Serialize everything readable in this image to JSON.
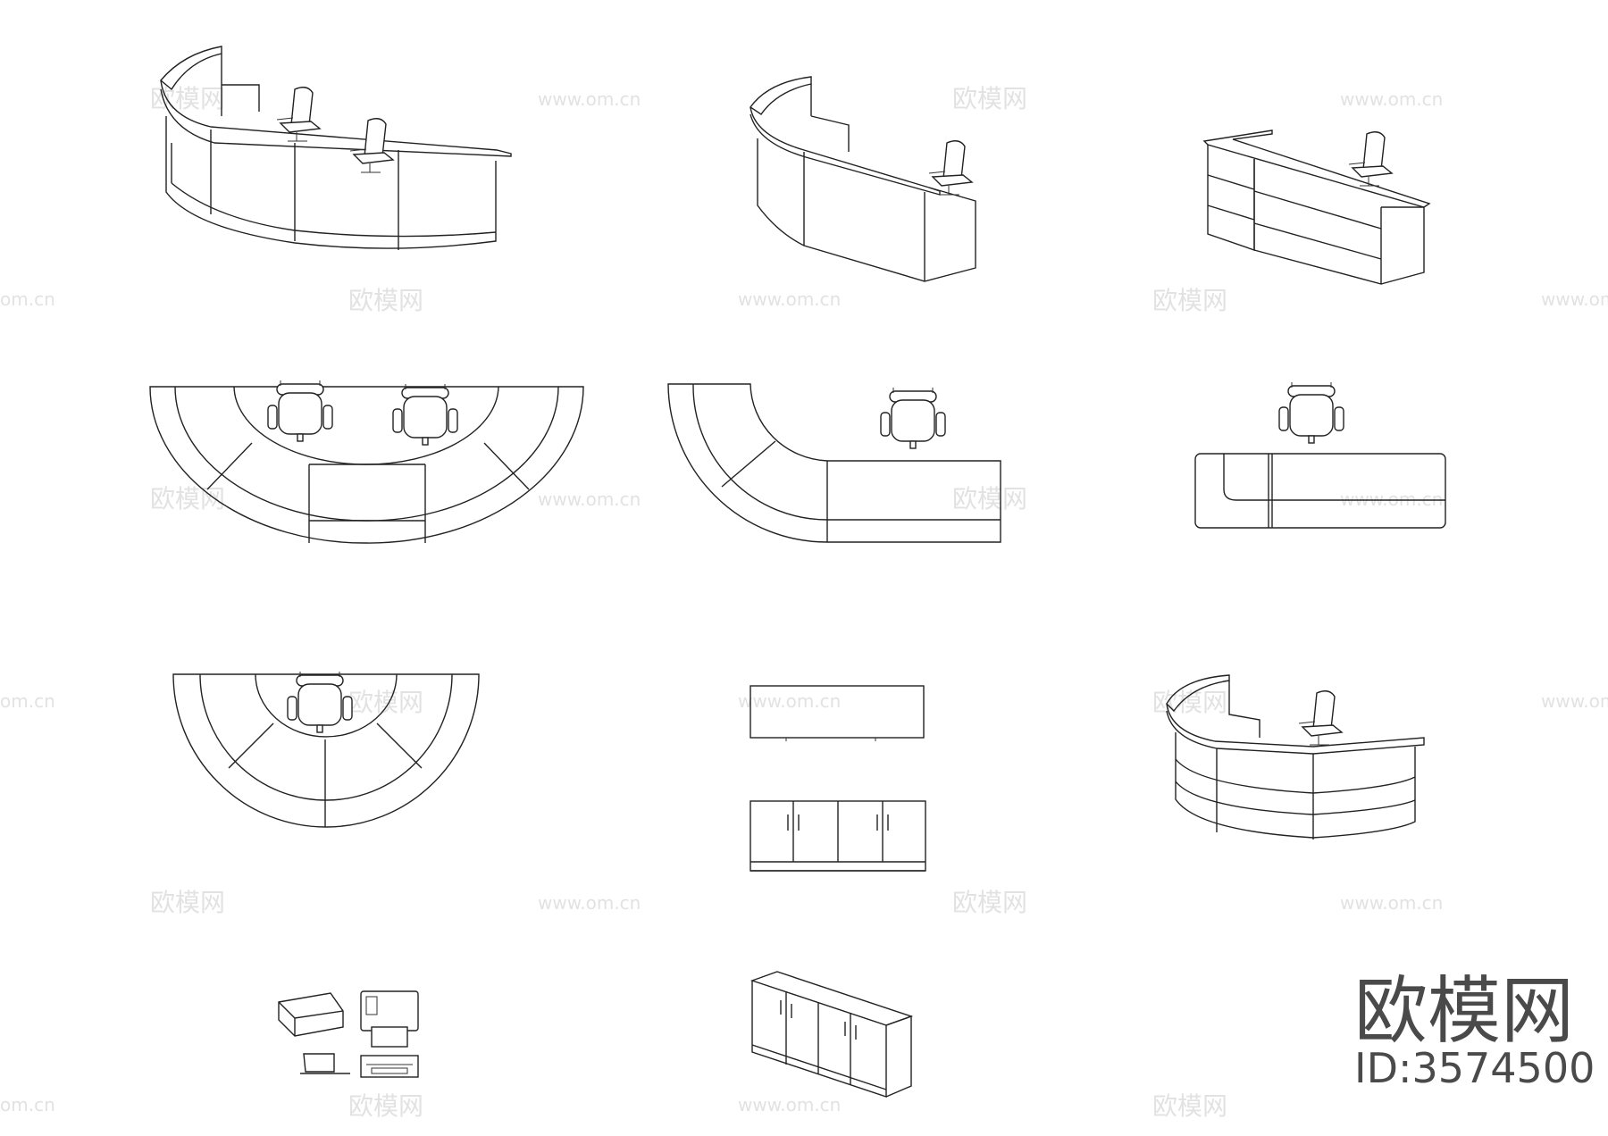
{
  "watermarks": {
    "cn": "欧模网",
    "url": "www.om.cn",
    "url_partial": "om.cn"
  },
  "brand": {
    "name": "欧模网",
    "id": "ID:3574500"
  },
  "colors": {
    "line": "#222222",
    "watermark": "#e2e2e2",
    "brand": "#4a4a4a",
    "background": "#ffffff"
  }
}
